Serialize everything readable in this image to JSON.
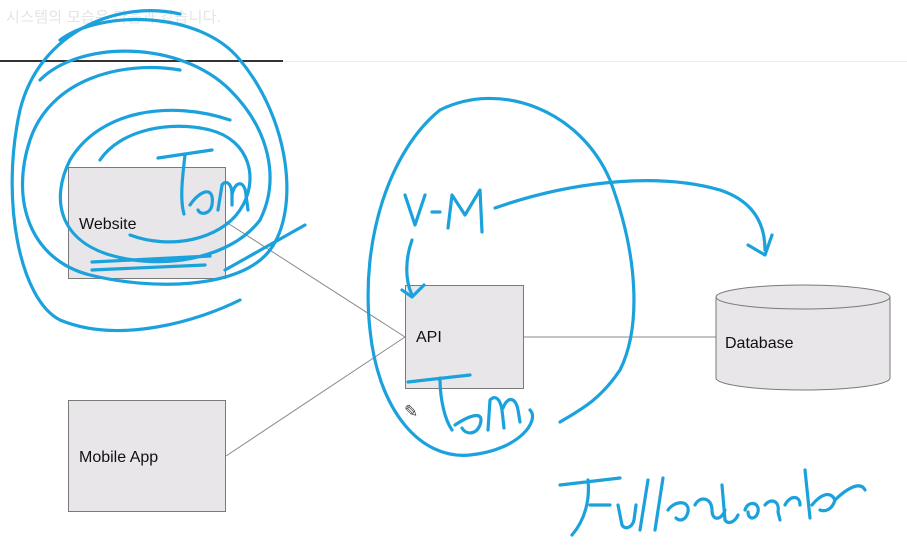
{
  "caption": "시스템의 모습은 다음과 같습니다.",
  "nodes": {
    "website": "Website",
    "mobile_app": "Mobile App",
    "api": "API",
    "database": "Database"
  },
  "colors": {
    "box_fill": "#e8e6e8",
    "box_stroke": "#7a7a7a",
    "connector": "#8a8a8a",
    "ink": "#1ba2dc",
    "rule": "#333333"
  },
  "icons": [
    "pencil-icon"
  ],
  "annotations_note_handwritten": true
}
